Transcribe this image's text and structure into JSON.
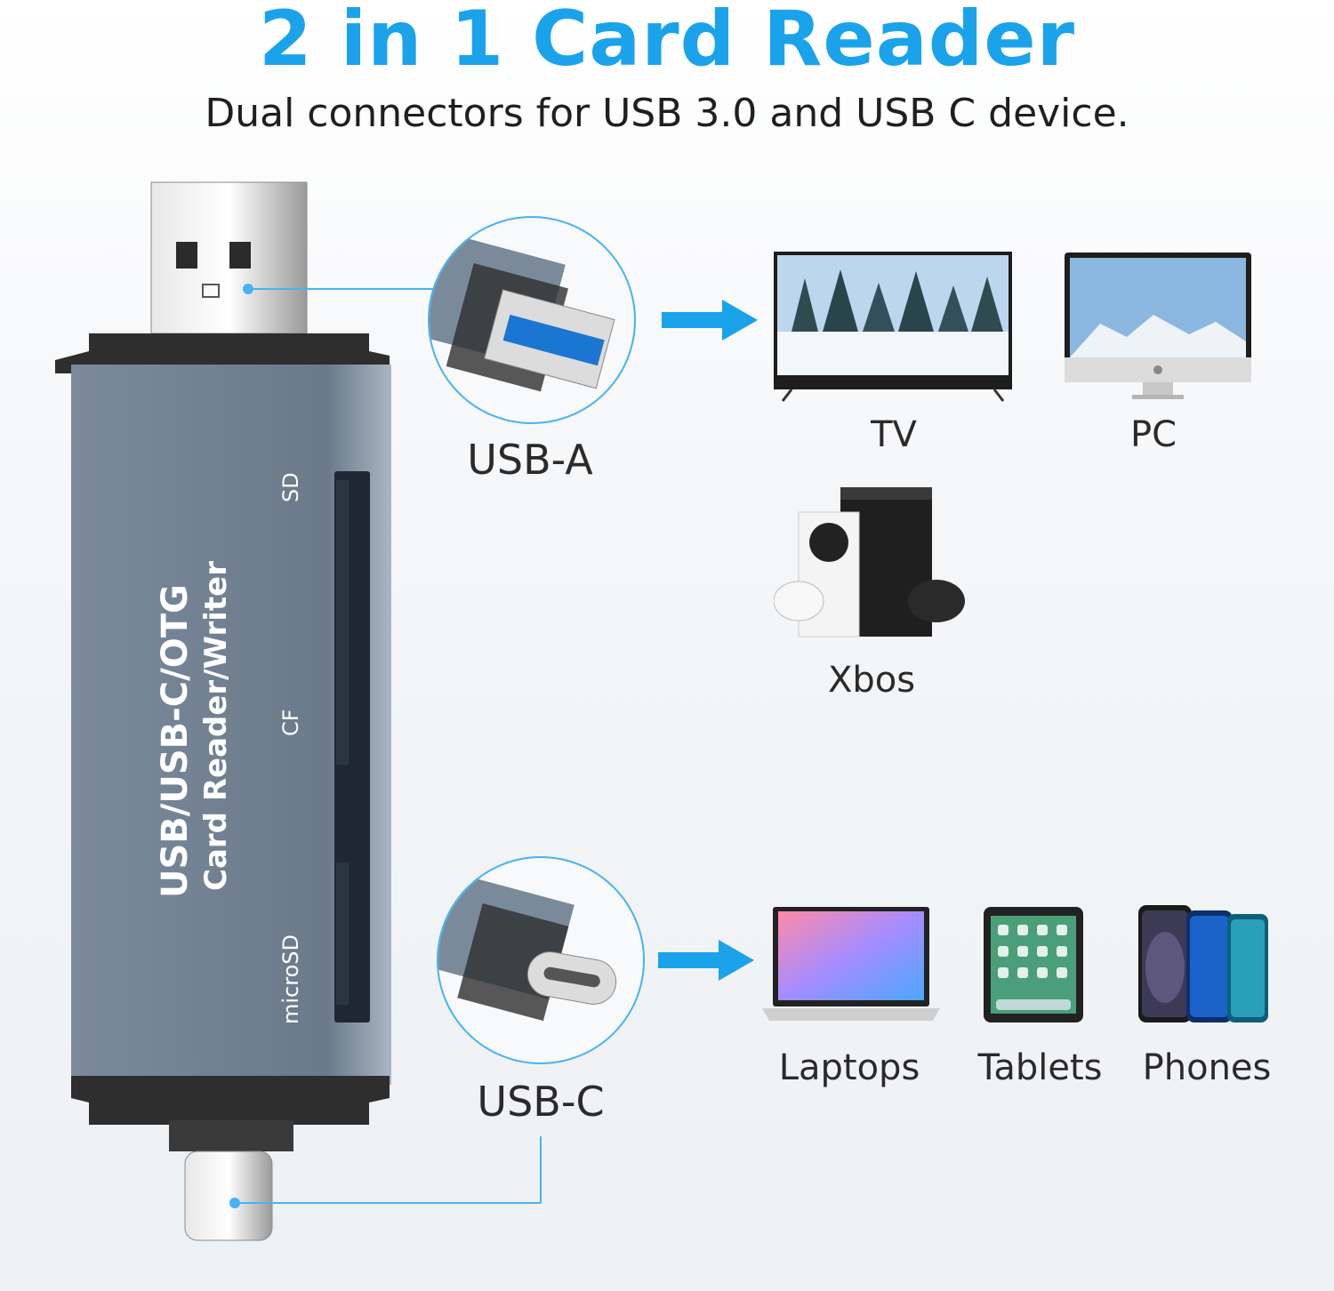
{
  "header": {
    "title": "2 in 1 Card Reader",
    "subtitle": "Dual connectors for USB 3.0 and USB C device."
  },
  "reader": {
    "body_text_line1": "USB/USB-C/OTG",
    "body_text_line2": "Card Reader/Writer",
    "slot_sd": "SD",
    "slot_cf": "CF",
    "slot_microsd": "microSD",
    "body_color": "#6f7f90"
  },
  "connectors": {
    "usb_a_label": "USB-A",
    "usb_c_label": "USB-C"
  },
  "devices_usb_a": [
    {
      "label": "TV",
      "icon": "tv-icon"
    },
    {
      "label": "PC",
      "icon": "pc-icon"
    },
    {
      "label": "Xbos",
      "icon": "xbox-icon"
    }
  ],
  "devices_usb_c": [
    {
      "label": "Laptops",
      "icon": "laptop-icon"
    },
    {
      "label": "Tablets",
      "icon": "tablet-icon"
    },
    {
      "label": "Phones",
      "icon": "phone-icon"
    }
  ],
  "colors": {
    "accent": "#1aa3ea",
    "arrow": "#1aa3ea",
    "line": "#47b3ef"
  }
}
